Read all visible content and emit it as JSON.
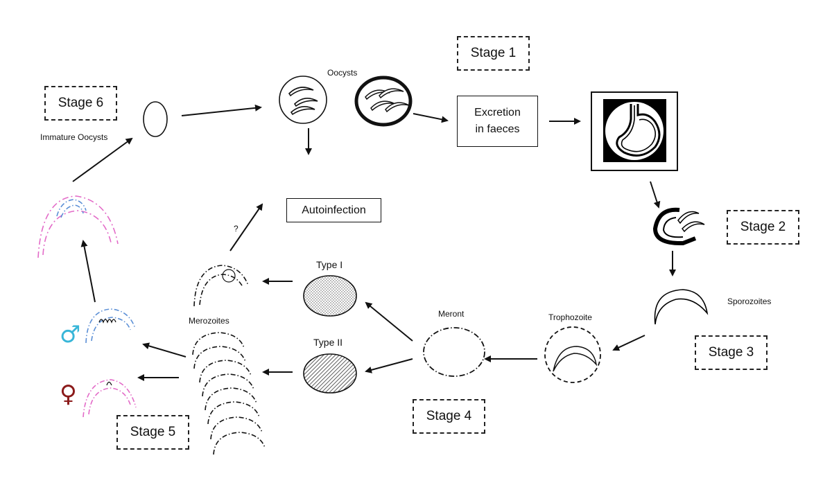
{
  "stages": {
    "stage1": "Stage 1",
    "stage2": "Stage 2",
    "stage3": "Stage 3",
    "stage4": "Stage 4",
    "stage5": "Stage 5",
    "stage6": "Stage 6"
  },
  "labels": {
    "oocysts": "Oocysts",
    "immature_oocysts": "Immature Oocysts",
    "sporozoites": "Sporozoites",
    "trophozoite": "Trophozoite",
    "meront": "Meront",
    "type1": "Type I",
    "type2": "Type II",
    "merozoites": "Merozoites",
    "question": "?"
  },
  "boxes": {
    "excretion_line1": "Excretion",
    "excretion_line2": "in faeces",
    "autoinfection": "Autoinfection"
  },
  "colors": {
    "male_blue": "#5b8fd6",
    "male_symbol": "#38b6d8",
    "female_pink": "#e36bc8",
    "female_symbol": "#8b1a1a",
    "ink": "#111111"
  },
  "symbols": {
    "male": "♂",
    "female": "♀"
  }
}
